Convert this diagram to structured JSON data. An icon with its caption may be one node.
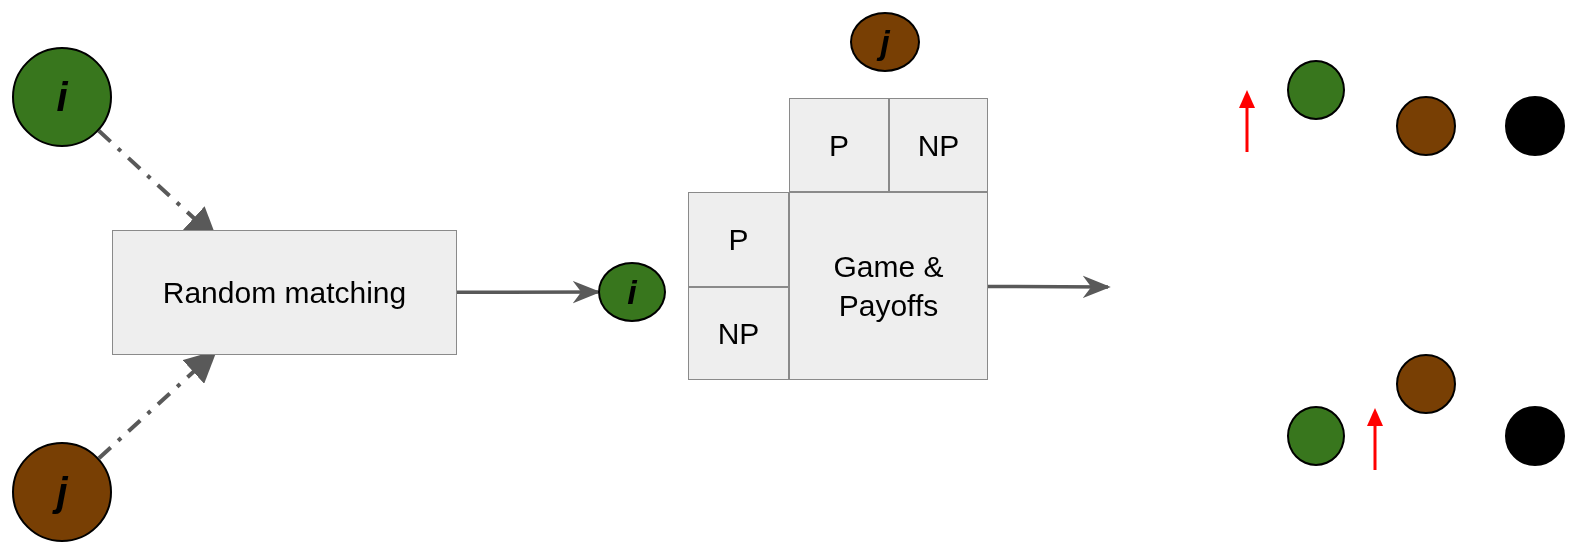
{
  "diagram": {
    "nodes": [
      {
        "text": [
          "i"
        ]
      },
      {
        "text": [
          "j"
        ]
      },
      {
        "text": [
          "Random matching"
        ]
      },
      {
        "text": [
          "i"
        ]
      },
      {
        "text": [
          "j"
        ]
      },
      {
        "text": [
          "P"
        ]
      },
      {
        "text": [
          "NP"
        ]
      },
      {
        "text": [
          "P"
        ]
      },
      {
        "text": [
          "NP"
        ]
      },
      {
        "text": [
          "Game & Payoffs"
        ]
      },
      {
        "text": [],
        "shape": "circle"
      },
      {
        "text": [],
        "shape": "circle"
      },
      {
        "text": [],
        "shape": "circle"
      },
      {
        "text": [],
        "shape": "circle"
      },
      {
        "text": [],
        "shape": "circle"
      },
      {
        "text": [],
        "shape": "circle"
      }
    ],
    "edges": [
      {
        "from": 0,
        "to": 2,
        "arrow": "to",
        "style": "dashed"
      },
      {
        "from": 1,
        "to": 2,
        "arrow": "to",
        "style": "dashed"
      },
      {
        "from": 2,
        "to": 3,
        "arrow": "to"
      },
      {
        "from": 9,
        "to": null,
        "arrow": "to"
      }
    ]
  }
}
